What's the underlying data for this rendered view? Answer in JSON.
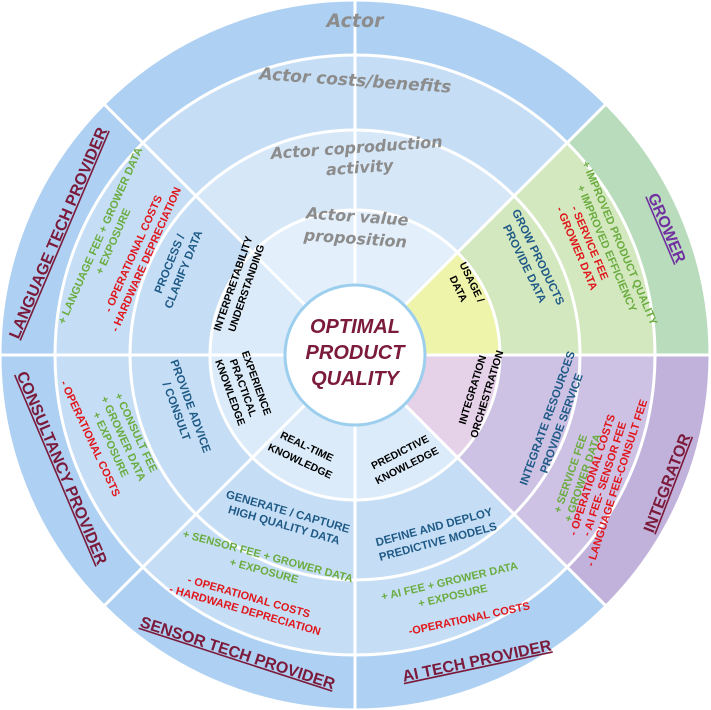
{
  "rings": {
    "actor": "Actor",
    "costs_benefits": "Actor costs/benefits",
    "coproduction": [
      "Actor coproduction",
      "activity"
    ],
    "value_proposition": [
      "Actor value",
      "proposition"
    ]
  },
  "center": [
    "OPTIMAL",
    "PRODUCT",
    "QUALITY"
  ],
  "sectors": [
    {
      "id": "grower",
      "actor": "GROWER",
      "value_layer": [
        "USAGE /",
        "DATA"
      ],
      "activity": [
        "GROW PRODUCTS",
        "PROVIDE DATA"
      ],
      "benefits": [
        "+ IMPROVED PRODUCT QUALITY",
        "+ IMPROVED EFFICIENCY"
      ],
      "costs": [
        "- SERVICE FEE",
        "- GROWER DATA"
      ],
      "colors": {
        "outer": "#b9dcbc",
        "mid": "#d3e8bf",
        "inner": "#eef4a9",
        "actor": "#7030a0"
      }
    },
    {
      "id": "integrator",
      "actor": "INTEGRATOR",
      "value_layer": [
        "INTEGRATION",
        "ORCHESTRATION"
      ],
      "activity": [
        "INTEGRATE RESOURCES",
        "PROVIDE SERVICE"
      ],
      "benefits": [
        "+ SERVICE FEE",
        "+ GROWER DATA"
      ],
      "costs": [
        "- OPERATIONAL COSTS",
        "- AI FEE- SENSOR FEE",
        "- LANGUAGE FEE-CONSULT FEE"
      ],
      "colors": {
        "outer": "#c1b2dc",
        "mid": "#cdc2e4",
        "inner": "#e6d2e8",
        "actor": "#7b1a3a"
      }
    },
    {
      "id": "ai",
      "actor": "AI TECH PROVIDER",
      "value_layer": [
        "PREDICTIVE",
        "KNOWLEDGE"
      ],
      "activity": [
        "DEFINE AND  DEPLOY",
        "PREDICTIVE MODELS"
      ],
      "benefits": [
        "+ AI FEE + GROWER DATA",
        "+ EXPOSURE"
      ],
      "costs": [
        "-OPERATIONAL COSTS"
      ],
      "colors": {
        "outer": "#aed0f2",
        "mid": "#c6def5",
        "inner": "#dcebf9",
        "actor": "#7b1a3a"
      }
    },
    {
      "id": "sensor",
      "actor": "SENSOR TECH PROVIDER",
      "value_layer": [
        "REAL-TIME",
        "KNOWLEDGE"
      ],
      "activity": [
        "GENERATE / CAPTURE",
        "HIGH QUALITY DATA"
      ],
      "benefits": [
        "+ SENSOR FEE + GROWER DATA",
        "+ EXPOSURE"
      ],
      "costs": [
        "- OPERATIONAL COSTS",
        "- HARDWARE DEPRECIATION"
      ],
      "colors": {
        "outer": "#aed0f2",
        "mid": "#c6def5",
        "inner": "#dcebf9",
        "actor": "#7b1a3a"
      }
    },
    {
      "id": "consultancy",
      "actor": "CONSULTANCY PROVIDER",
      "value_layer": [
        "EXPERIENCE",
        "PRACTICAL",
        "KNOWLEDGE"
      ],
      "activity": [
        "PROVIDE ADVICE",
        "/ CONSULT"
      ],
      "benefits": [
        "+ CONSULT FEE",
        "+ GROWER DATA",
        "+ EXPOSURE"
      ],
      "costs": [
        "- OPERATIONAL COSTS"
      ],
      "colors": {
        "outer": "#aed0f2",
        "mid": "#c6def5",
        "inner": "#dcebf9",
        "actor": "#7b1a3a"
      }
    },
    {
      "id": "language",
      "actor": "LANGUAGE TECH PROVIDER",
      "value_layer": [
        "INTERPRETABILITY",
        "UNDERSTANDING"
      ],
      "activity": [
        "PROCESS /",
        "CLARIFY DATA"
      ],
      "benefits": [
        "+ LANGUAGE FEE + GROWER DATA",
        "+ EXPOSURE"
      ],
      "costs": [
        "- OPERATIONAL COSTS",
        "- HARDWARE DEPRECIATION"
      ],
      "colors": {
        "outer": "#aed0f2",
        "mid": "#c6def5",
        "inner": "#dcebf9",
        "actor": "#7b1a3a"
      }
    }
  ]
}
